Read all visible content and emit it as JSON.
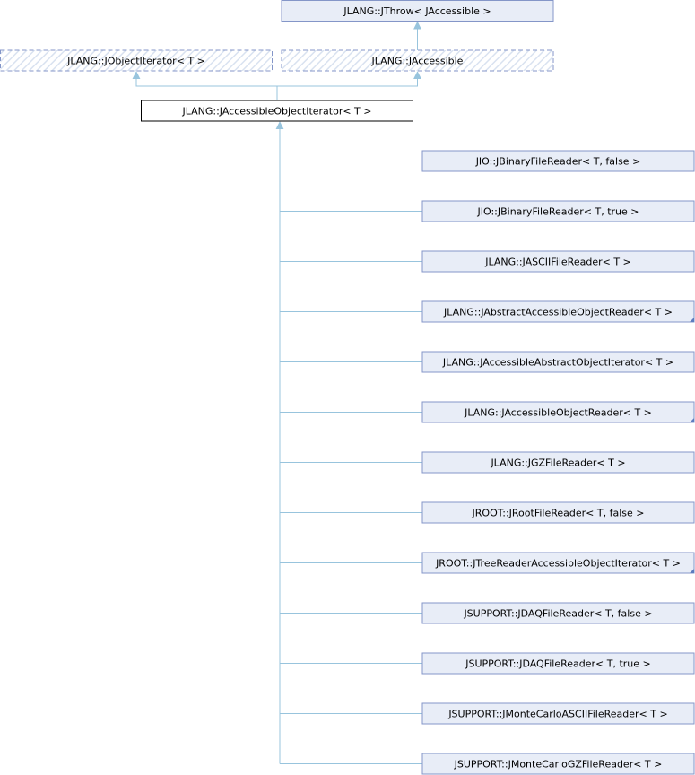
{
  "nodes": {
    "jthrow": "JLANG::JThrow< JAccessible >",
    "jobject_iterator": "JLANG::JObjectIterator< T >",
    "jaccessible": "JLANG::JAccessible",
    "jaccessible_object_iterator": "JLANG::JAccessibleObjectIterator< T >"
  },
  "derived": [
    {
      "label": "JIO::JBinaryFileReader< T, false >",
      "more": false
    },
    {
      "label": "JIO::JBinaryFileReader< T, true >",
      "more": false
    },
    {
      "label": "JLANG::JASCIIFileReader< T >",
      "more": false
    },
    {
      "label": "JLANG::JAbstractAccessibleObjectReader< T >",
      "more": true
    },
    {
      "label": "JLANG::JAccessibleAbstractObjectIterator< T >",
      "more": false
    },
    {
      "label": "JLANG::JAccessibleObjectReader< T >",
      "more": true
    },
    {
      "label": "JLANG::JGZFileReader< T >",
      "more": false
    },
    {
      "label": "JROOT::JRootFileReader< T, false >",
      "more": false
    },
    {
      "label": "JROOT::JTreeReaderAccessibleObjectIterator< T >",
      "more": true
    },
    {
      "label": "JSUPPORT::JDAQFileReader< T, false >",
      "more": false
    },
    {
      "label": "JSUPPORT::JDAQFileReader< T, true >",
      "more": false
    },
    {
      "label": "JSUPPORT::JMonteCarloASCIIFileReader< T >",
      "more": false
    },
    {
      "label": "JSUPPORT::JMonteCarloGZFileReader< T >",
      "more": false
    }
  ],
  "colors": {
    "node_fill": "#e8edf7",
    "node_border": "#8496c8",
    "edge": "#98c4dd",
    "current_fill": "#ffffff",
    "current_border": "#000000"
  }
}
